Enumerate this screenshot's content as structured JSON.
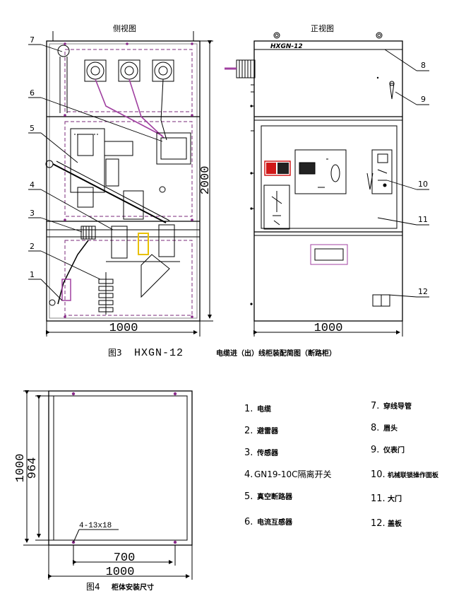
{
  "views": {
    "side_title": "侧视图",
    "front_title": "正视图",
    "front_nameplate": "HXGN-12"
  },
  "callouts": [
    "1",
    "2",
    "3",
    "4",
    "5",
    "6",
    "7",
    "8",
    "9",
    "10",
    "11",
    "12"
  ],
  "dimensions": {
    "height": "2000",
    "width_side": "1000",
    "width_front": "1000",
    "base_depth_outer": "1000",
    "base_depth_inner": "964",
    "holes": "4-13x18",
    "hole_span": "700",
    "base_width": "1000"
  },
  "captions": {
    "fig3_num": "图3",
    "fig3_model": "HXGN-12",
    "fig3_desc": "电缆进（出）线柜装配简图（断路柜）",
    "fig4_num": "图4",
    "fig4_desc": "柜体安装尺寸"
  },
  "legend": [
    {
      "num": "1.",
      "text": "电缆"
    },
    {
      "num": "2.",
      "text": "避雷器"
    },
    {
      "num": "3.",
      "text": "传感器"
    },
    {
      "num": "4.",
      "text": "GN19-10C隔离开关"
    },
    {
      "num": "5.",
      "text": "真空断路器"
    },
    {
      "num": "6.",
      "text": "电流互感器"
    },
    {
      "num": "7.",
      "text": "穿线导管"
    },
    {
      "num": "8.",
      "text": "眉头"
    },
    {
      "num": "9.",
      "text": "仪表门"
    },
    {
      "num": "10.",
      "text": "机械联锁操作面板"
    },
    {
      "num": "11.",
      "text": "大门"
    },
    {
      "num": "12.",
      "text": "盖板"
    }
  ],
  "colors": {
    "line": "#000000",
    "bolt": "#8a2a8a",
    "accent_red": "#d01818",
    "accent_yellow": "#e8c000",
    "cable_purple": "#a040a0"
  }
}
